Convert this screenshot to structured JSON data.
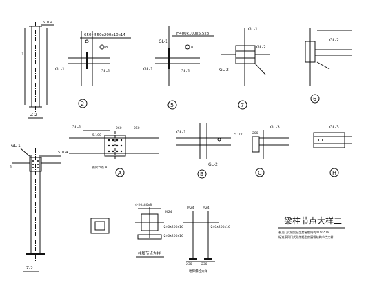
{
  "sheet_title": {
    "main": "梁柱节点大样二",
    "ref": "参见门式刚架轻型房屋钢结构01SG519",
    "ref_line2": "标准系列门式刚架轻型房屋钢结构节点大样",
    "ref_label": "01SG519"
  },
  "details": {
    "d2": {
      "number": "2",
      "beam_left": "GL-1",
      "beam_right": "GL-1",
      "size": "650~550x200x10x14",
      "mark": "8"
    },
    "d5": {
      "number": "5",
      "beam_top": "GL-1",
      "beam_left": "GL-1",
      "beam_right": "GL-1",
      "size": "H400x100x5.5x8",
      "mark": "8"
    },
    "d7": {
      "number": "7",
      "beam_top": "GL-1",
      "beam_left": "GL-2",
      "beam_right": "GL-2"
    },
    "d6": {
      "number": "6",
      "beam": "GL-2"
    },
    "dA": {
      "number": "A",
      "beam": "GL-1",
      "dims": [
        "5.100",
        "260",
        "260"
      ],
      "section_label": "钢梁节点 A"
    },
    "dB": {
      "number": "B",
      "beam_top": "GL-1",
      "beam_bottom": "GL-2"
    },
    "dC": {
      "number": "C",
      "beam": "GL-3",
      "dims": [
        "5.100",
        "200"
      ]
    },
    "dH": {
      "number": "H",
      "beam": "GL-3"
    }
  },
  "columns": {
    "z2_top": {
      "label": "Z-2",
      "elev": "5.104"
    },
    "z2_bottom": {
      "label": "Z-2",
      "beam": "GL-1",
      "elev": "5.104",
      "left_label": "1"
    }
  },
  "base_detail": {
    "title": "柱脚节点大样",
    "labels": [
      "4-20x80x8",
      "M24",
      "-240x200x16",
      "-240x200x16"
    ]
  },
  "anchor_detail": {
    "labels": [
      "M24",
      "M24",
      "-240x200x16"
    ],
    "dims": [
      "230",
      "230"
    ],
    "title": "地脚螺栓大样"
  }
}
